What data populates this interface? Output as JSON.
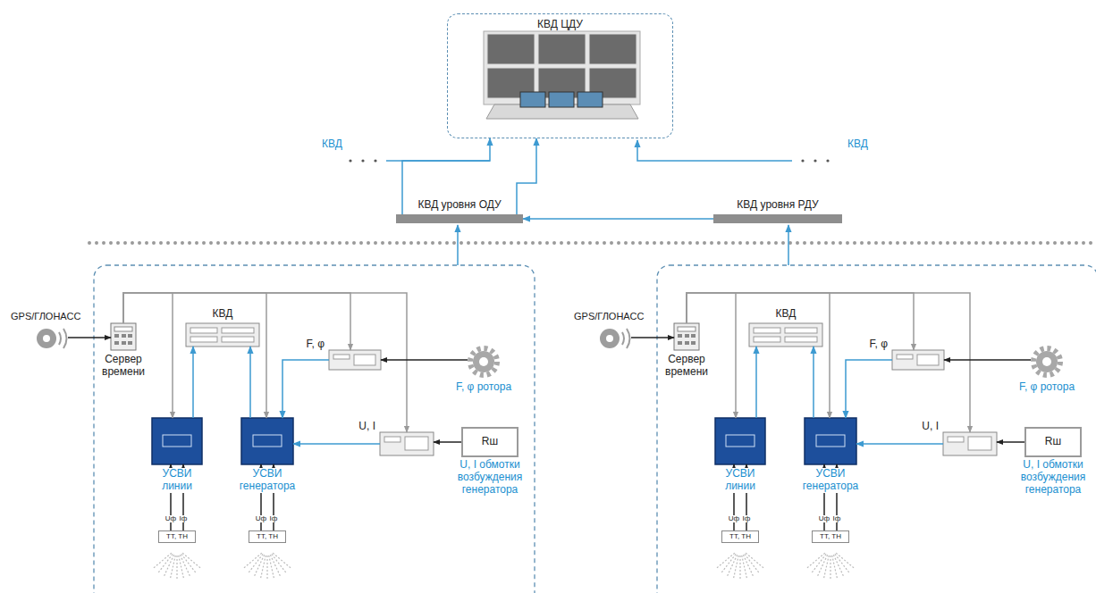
{
  "diagram": {
    "nodes": [
      {
        "text": [
          "КВД ЦДУ"
        ]
      },
      {
        "text": [
          "КВД уровня ОДУ"
        ]
      },
      {
        "text": [
          "КВД уровня РДУ"
        ]
      },
      {
        "text": [
          "GPS/ГЛОНАСС"
        ]
      },
      {
        "text": [
          "Сервер времени"
        ]
      },
      {
        "text": [
          "КВД"
        ]
      },
      {
        "text": [
          "F, φ"
        ]
      },
      {
        "text": [
          "F, φ ротора"
        ]
      },
      {
        "text": [
          "УСВИ линии"
        ]
      },
      {
        "text": [
          "УСВИ генератора"
        ]
      },
      {
        "text": [
          "U, I"
        ]
      },
      {
        "text": [
          "Rш",
          "U, I обмотки возбуждения генератора"
        ]
      },
      {
        "text": [
          "ТТ, ТН"
        ]
      },
      {
        "text": [
          "ТТ, ТН"
        ]
      },
      {
        "text": [
          "GPS/ГЛОНАСС"
        ]
      },
      {
        "text": [
          "Сервер времени"
        ]
      },
      {
        "text": [
          "КВД"
        ]
      },
      {
        "text": [
          "F, φ"
        ]
      },
      {
        "text": [
          "F, φ ротора"
        ]
      },
      {
        "text": [
          "УСВИ линии"
        ]
      },
      {
        "text": [
          "УСВИ генератора"
        ]
      },
      {
        "text": [
          "U, I"
        ]
      },
      {
        "text": [
          "Rш",
          "U, I обмотки возбуждения генератора"
        ]
      },
      {
        "text": [
          "ТТ, ТН"
        ]
      },
      {
        "text": [
          "ТТ, ТН"
        ]
      }
    ],
    "edges": [
      {
        "from": 1,
        "to": 0,
        "arrow": "to"
      },
      {
        "from": 1,
        "to": 0,
        "arrow": "to"
      },
      {
        "from": 2,
        "to": 1,
        "arrow": "to"
      },
      {
        "from": 3,
        "to": 4,
        "arrow": "to"
      },
      {
        "from": 4,
        "to": 8,
        "arrow": "to"
      },
      {
        "from": 4,
        "to": 9,
        "arrow": "to"
      },
      {
        "from": 4,
        "to": 6,
        "arrow": "to"
      },
      {
        "from": 4,
        "to": 10,
        "arrow": "to"
      },
      {
        "from": 8,
        "to": 5,
        "arrow": "to"
      },
      {
        "from": 9,
        "to": 5,
        "arrow": "to"
      },
      {
        "from": 6,
        "to": 9,
        "arrow": "to"
      },
      {
        "from": 7,
        "to": 6,
        "arrow": "to"
      },
      {
        "from": 10,
        "to": 9,
        "arrow": "to"
      },
      {
        "from": 11,
        "to": 10,
        "arrow": "to"
      },
      {
        "from": 12,
        "to": 8,
        "arrow": "to",
        "label": "Uф"
      },
      {
        "from": 12,
        "to": 8,
        "arrow": "to",
        "label": "Iф"
      },
      {
        "from": 13,
        "to": 9,
        "arrow": "to",
        "label": "Uф"
      },
      {
        "from": 13,
        "to": 9,
        "arrow": "to",
        "label": "Iф"
      },
      {
        "from": 14,
        "to": 15,
        "arrow": "to"
      },
      {
        "from": 15,
        "to": 19,
        "arrow": "to"
      },
      {
        "from": 15,
        "to": 20,
        "arrow": "to"
      },
      {
        "from": 15,
        "to": 17,
        "arrow": "to"
      },
      {
        "from": 15,
        "to": 21,
        "arrow": "to"
      },
      {
        "from": 19,
        "to": 16,
        "arrow": "to"
      },
      {
        "from": 20,
        "to": 16,
        "arrow": "to"
      },
      {
        "from": 17,
        "to": 20,
        "arrow": "to"
      },
      {
        "from": 18,
        "to": 17,
        "arrow": "to"
      },
      {
        "from": 21,
        "to": 20,
        "arrow": "to"
      },
      {
        "from": 22,
        "to": 21,
        "arrow": "to"
      },
      {
        "from": 23,
        "to": 19,
        "arrow": "to",
        "label": "Uф"
      },
      {
        "from": 23,
        "to": 19,
        "arrow": "to",
        "label": "Iф"
      },
      {
        "from": 24,
        "to": 20,
        "arrow": "to",
        "label": "Uф"
      },
      {
        "from": 24,
        "to": 20,
        "arrow": "to",
        "label": "Iф"
      }
    ],
    "labels": [
      "КВД",
      "КВД"
    ]
  }
}
